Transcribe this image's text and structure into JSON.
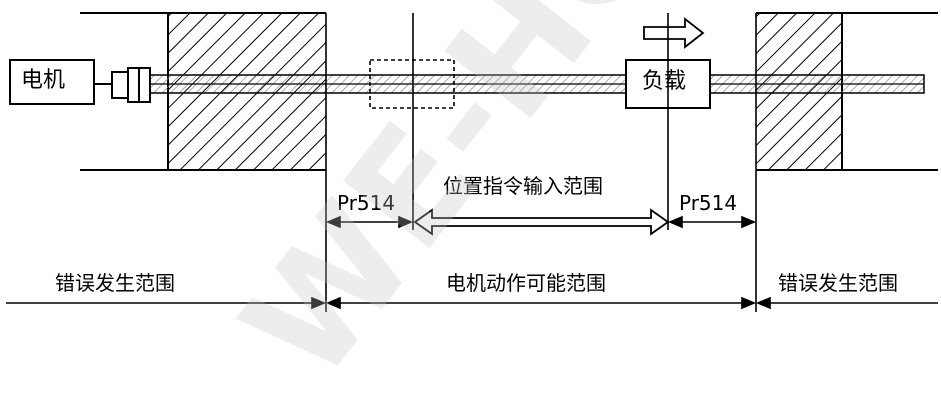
{
  "watermark": "WE-HC",
  "labels": {
    "motor": "电机",
    "load": "负载",
    "pr514_left": "Pr514",
    "pr514_right": "Pr514",
    "position_command_range": "位置指令输入范围",
    "error_range_left": "错误发生范围",
    "motor_operable_range": "电机动作可能范围",
    "error_range_right": "错误发生范围"
  },
  "colors": {
    "line": "#000000",
    "hatch": "#000000",
    "shaft_stripe": "#9a9a9a",
    "watermark": "#c3c3c3"
  },
  "icons": {
    "load_direction": "hollow-right-arrow-icon",
    "range_arrow": "double-headed-hollow-arrow-icon"
  }
}
